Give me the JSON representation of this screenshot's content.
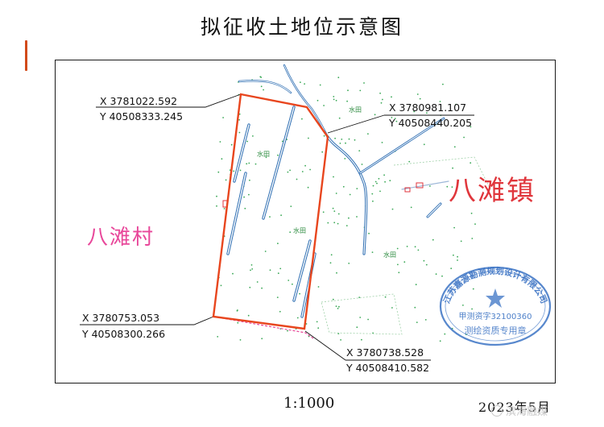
{
  "title": "拟征收土地位示意图",
  "labels": {
    "village": "八滩村",
    "town": "八滩镇",
    "field": "水田"
  },
  "coordinates": {
    "top_left": {
      "x": "X 3781022.592",
      "y": "Y 40508333.245"
    },
    "top_right": {
      "x": "X 3780981.107",
      "y": "Y 40508440.205"
    },
    "bottom_left": {
      "x": "X 3780753.053",
      "y": "Y 40508300.266"
    },
    "bottom_right": {
      "x": "X 3780738.528",
      "y": "Y 40508410.582"
    }
  },
  "scale": "1:1000",
  "date": "2023年5月",
  "seal": {
    "outer_text": "江苏嘉源勘测规划设计有限公司",
    "inner_text": "甲测资字32100360",
    "bottom_text": "测绘资质专用章"
  },
  "watermark": "滨海融媒",
  "colors": {
    "boundary": "#e8461e",
    "ditch": "#2f6fb3",
    "field_dots": "#3aa856",
    "town_text": "#e0363c",
    "village_text": "#e8479a",
    "seal": "#3b73c4"
  },
  "icons": {
    "watermark_icon": "circle-logo-icon",
    "seal_icon": "seal-star-icon"
  }
}
